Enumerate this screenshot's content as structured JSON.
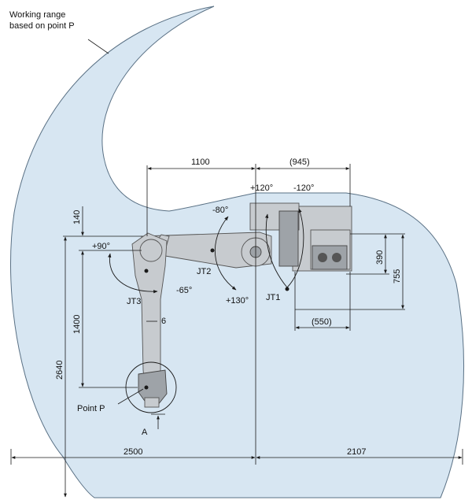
{
  "working_range": {
    "label_line1": "Working range",
    "label_line2": "based on point P",
    "fill_color": "#d7e6f2",
    "stroke_color": "#5a7185"
  },
  "dimensions": {
    "d1100": "1100",
    "d945": "(945)",
    "d140": "140",
    "d1400": "1400",
    "d2640": "2640",
    "d390": "390",
    "d755": "755",
    "d550": "(550)",
    "d2500": "2500",
    "d2107": "2107",
    "d6": "6"
  },
  "angles": {
    "jt1_pos": "+120°",
    "jt1_neg": "-120°",
    "jt2_neg": "-80°",
    "jt2_pos": "+130°",
    "jt3_pos": "+90°",
    "jt3_neg": "-65°"
  },
  "joints": {
    "jt1": "JT1",
    "jt2": "JT2",
    "jt3": "JT3"
  },
  "points": {
    "point_p": "Point P",
    "a": "A"
  },
  "colors": {
    "robot_body": "#c7cbcf",
    "robot_dark": "#9ea3a8",
    "lines": "#1a1a1a"
  }
}
